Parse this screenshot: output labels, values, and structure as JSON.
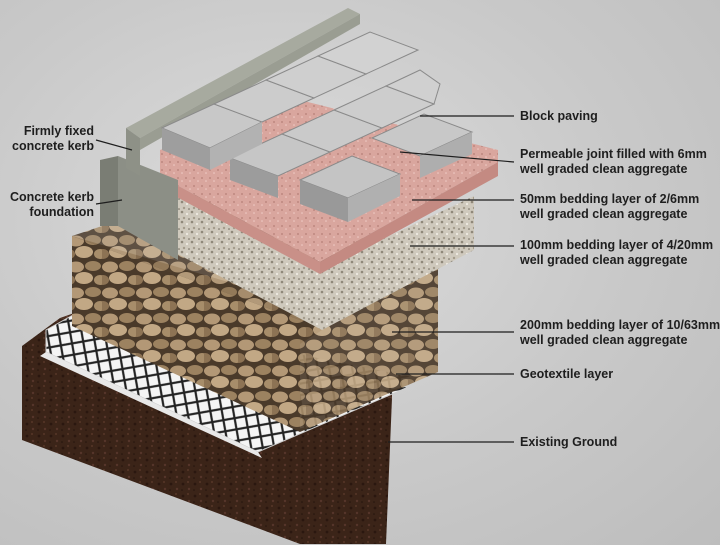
{
  "labels": {
    "firmly_fixed_kerb": [
      "Firmly fixed",
      "concrete kerb"
    ],
    "kerb_foundation": [
      "Concrete kerb",
      "foundation"
    ],
    "block_paving": "Block paving",
    "permeable_joint": [
      "Permeable joint filled with 6mm",
      "well graded clean aggregate"
    ],
    "bedding_50mm": [
      "50mm bedding layer of 2/6mm",
      "well graded clean aggregate"
    ],
    "bedding_100mm": [
      "100mm bedding layer of 4/20mm",
      "well graded clean aggregate"
    ],
    "bedding_200mm": [
      "200mm bedding layer of 10/63mm",
      "well graded clean aggregate"
    ],
    "geotextile": "Geotextile layer",
    "existing_ground": "Existing Ground"
  },
  "colors": {
    "background": "#c9c9c9",
    "soil": "#3b2418",
    "rubble": "#a98e6b",
    "gravel_100": "#cfc9bd",
    "bedding_pink": "#d9a69e",
    "paver": "#bdbdbd",
    "kerb": "#8c8f86",
    "leader_line": "#1e1e1e"
  }
}
